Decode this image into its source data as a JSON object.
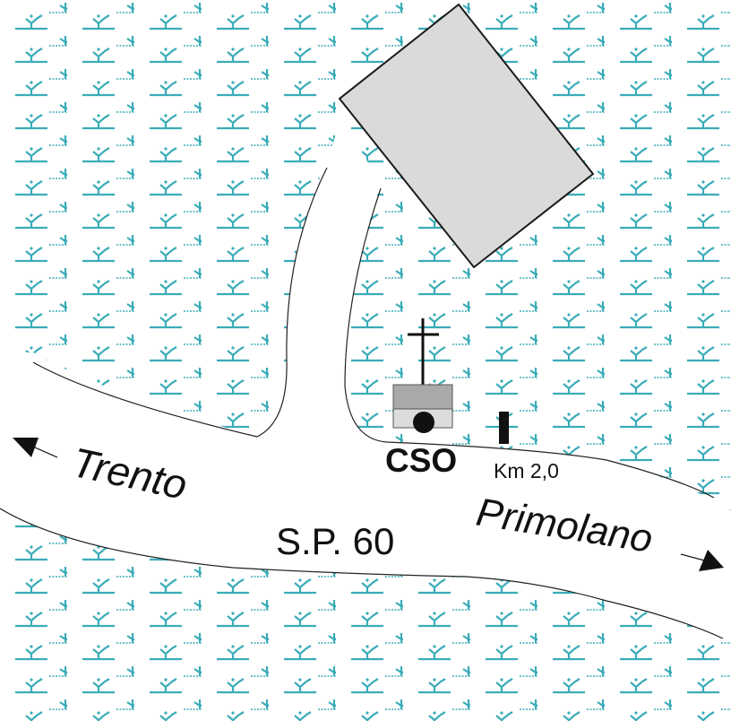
{
  "colors": {
    "marsh": "#3aacb8",
    "building": "#dadada",
    "monument_top": "#a9a9a9",
    "monument_base": "#dcdcdc",
    "ink": "#111111"
  },
  "labels": {
    "west_destination": "Trento",
    "road_name": "S.P. 60",
    "east_destination": "Primolano",
    "site_code": "CSO",
    "kilometre_marker": "Km 2,0"
  },
  "icons": {
    "marsh": "marsh-symbol",
    "monument": "cross-monument",
    "milestone": "km-post",
    "arrow_west": "arrow-left",
    "arrow_east": "arrow-right"
  }
}
